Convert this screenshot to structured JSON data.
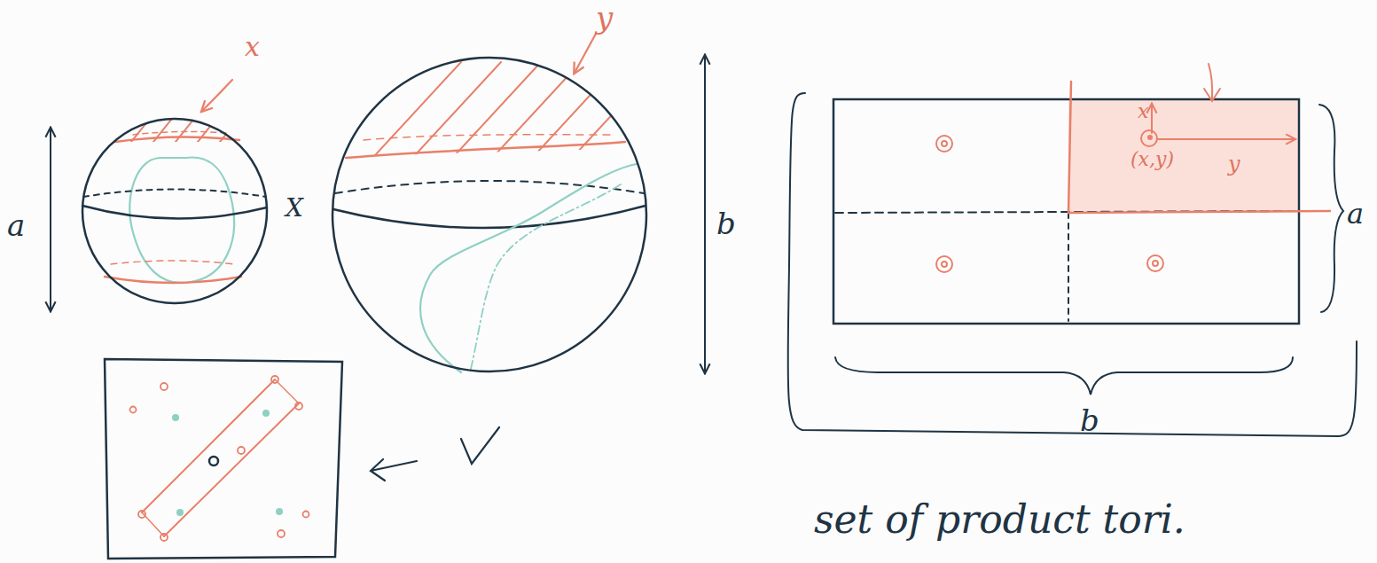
{
  "diagram": {
    "nodes": [
      {
        "text": [
          "x",
          "(x,y)",
          "y"
        ]
      }
    ],
    "labels": [
      "x",
      "y",
      "a",
      "X",
      "b",
      "a",
      "b",
      "set of product tori."
    ]
  }
}
